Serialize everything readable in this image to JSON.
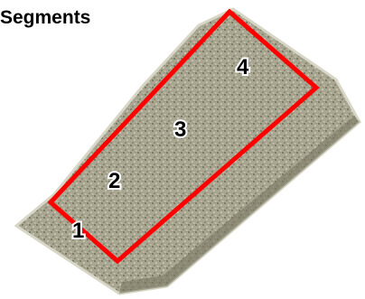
{
  "title": "Segments",
  "colors": {
    "outline": "#ff0000",
    "strip": "#9c9a84",
    "strip_dark": "#6e6c58"
  },
  "segments": [
    {
      "label": "1"
    },
    {
      "label": "2"
    },
    {
      "label": "3"
    },
    {
      "label": "4"
    }
  ]
}
